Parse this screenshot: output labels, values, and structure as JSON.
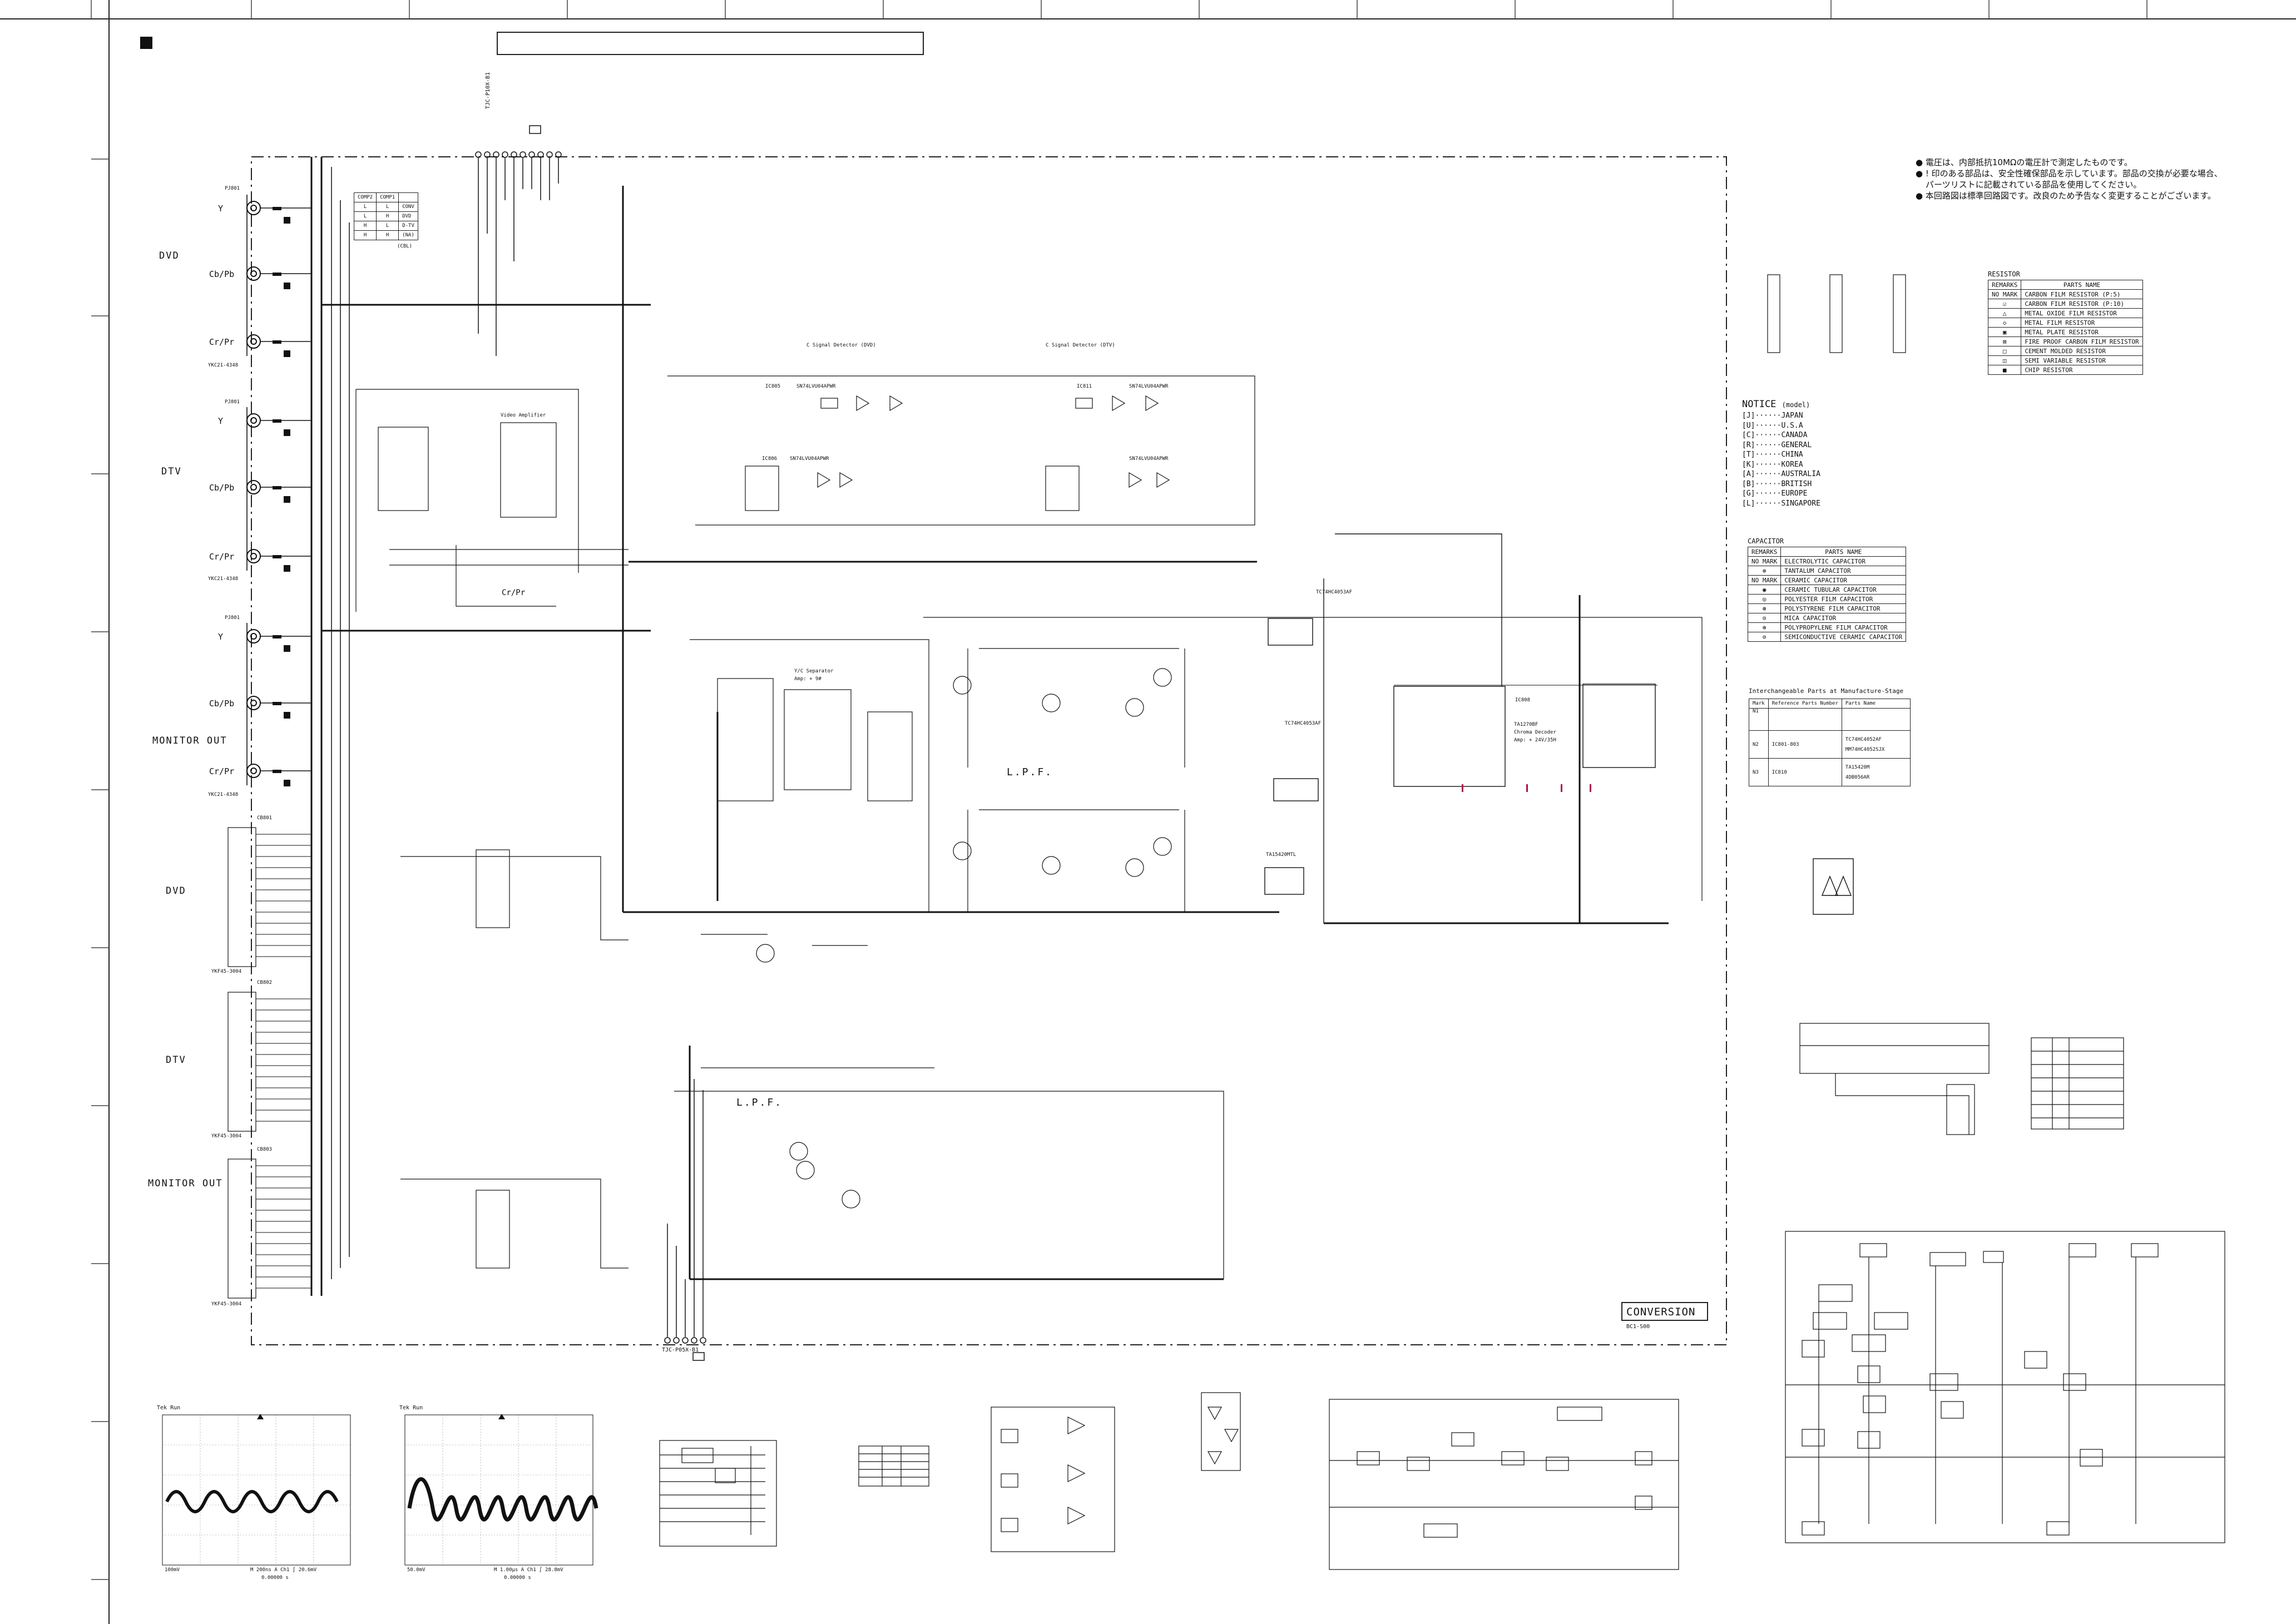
{
  "board": {
    "top_connector": "TJC-P10X-B1",
    "bottom_connector": "TJC-P05X-B1",
    "title": "CONVERSION",
    "board_code": "BC1-S00"
  },
  "inputs": [
    {
      "section": "DVD",
      "jack": "PJ801",
      "connector": "YKC21-4348",
      "channels": [
        "Y",
        "Cb/Pb",
        "Cr/Pr"
      ]
    },
    {
      "section": "DTV",
      "jack": "PJ801",
      "connector": "YKC21-4348",
      "channels": [
        "Y",
        "Cb/Pb",
        "Cr/Pr"
      ]
    },
    {
      "section": "MONITOR OUT",
      "jack": "PJ801",
      "connector": "YKC21-4348",
      "channels": [
        "Y",
        "Cb/Pb",
        "Cr/Pr"
      ]
    }
  ],
  "lower_sections": [
    {
      "label": "DVD",
      "connector": "CB801",
      "part": "YKF45-3004"
    },
    {
      "label": "DTV",
      "connector": "CB802",
      "part": "YKF45-3004"
    },
    {
      "label": "MONITOR OUT",
      "connector": "CB803",
      "part": "YKF45-3004"
    }
  ],
  "ic_labels": {
    "c_signal_dvd": "C Signal Detector (DVD)",
    "c_signal_dtv": "C Signal Detector (DTV)",
    "ic805": "IC805",
    "ic805_part": "SN74LVU04APWR",
    "ic806": "IC806",
    "ic806_part": "SN74LVU04APWR",
    "ic811": "IC811",
    "ic811_part": "SN74LVU04APWR",
    "ic801_part": "SN74LVU04APWR",
    "video_amp": "Video Amplifier",
    "yc_sep": "Y/C Separator",
    "yc_sep_amp": "Amp: + 9#",
    "chroma": "TA1270BF",
    "chroma_desc": "Chroma Decoder",
    "chroma_amp": "Amp: + 24V/35H",
    "ic808": "IC808",
    "lpf1": "L.P.F.",
    "lpf2": "L.P.F.",
    "tc74": "TC74HC4053AF",
    "ic809": "TC74HC4053AF",
    "ta": "TA15420MTL",
    "cr_pr_small": "Cr/Pr"
  },
  "truth_table": {
    "headers": [
      "COMP2",
      "COMP1",
      ""
    ],
    "rows": [
      [
        "L",
        "L",
        "CONV"
      ],
      [
        "L",
        "H",
        "DVD"
      ],
      [
        "H",
        "L",
        "D-TV"
      ],
      [
        "H",
        "H",
        "(NA)"
      ]
    ],
    "note": "(CBL)"
  },
  "notes_jp": [
    "● 電圧は、内部抵抗10MΩの電圧計で測定したものです。",
    "● ! 印のある部品は、安全性確保部品を示しています。部品の交換が必要な場合、",
    "パーツリストに記載されている部品を使用してください。",
    "● 本回路図は標準回路図です。改良のため予告なく変更することがございます。"
  ],
  "notice": {
    "title": "NOTICE",
    "subtitle": "(model)",
    "models": [
      [
        "[J]",
        "JAPAN"
      ],
      [
        "[U]",
        "U.S.A"
      ],
      [
        "[C]",
        "CANADA"
      ],
      [
        "[R]",
        "GENERAL"
      ],
      [
        "[T]",
        "CHINA"
      ],
      [
        "[K]",
        "KOREA"
      ],
      [
        "[A]",
        "AUSTRALIA"
      ],
      [
        "[B]",
        "BRITISH"
      ],
      [
        "[G]",
        "EUROPE"
      ],
      [
        "[L]",
        "SINGAPORE"
      ]
    ]
  },
  "resistor_table": {
    "title": "RESISTOR",
    "headers": [
      "REMARKS",
      "PARTS NAME"
    ],
    "rows": [
      [
        "NO MARK",
        "CARBON FILM RESISTOR  (P:5)"
      ],
      [
        "",
        "CARBON FILM RESISTOR  (P:10)"
      ],
      [
        "",
        "METAL OXIDE FILM RESISTOR"
      ],
      [
        "",
        "METAL FILM RESISTOR"
      ],
      [
        "",
        "METAL PLATE RESISTOR"
      ],
      [
        "",
        "FIRE PROOF CARBON FILM RESISTOR"
      ],
      [
        "",
        "CEMENT MOLDED RESISTOR"
      ],
      [
        "",
        "SEMI VARIABLE RESISTOR"
      ],
      [
        "",
        "CHIP RESISTOR"
      ]
    ]
  },
  "capacitor_table": {
    "title": "CAPACITOR",
    "headers": [
      "REMARKS",
      "PARTS NAME"
    ],
    "rows": [
      [
        "NO MARK",
        "ELECTROLYTIC CAPACITOR"
      ],
      [
        "",
        "TANTALUM CAPACITOR"
      ],
      [
        "NO MARK",
        "CERAMIC CAPACITOR"
      ],
      [
        "",
        "CERAMIC TUBULAR CAPACITOR"
      ],
      [
        "",
        "POLYESTER FILM CAPACITOR"
      ],
      [
        "",
        "POLYSTYRENE FILM CAPACITOR"
      ],
      [
        "",
        "MICA CAPACITOR"
      ],
      [
        "",
        "POLYPROPYLENE FILM CAPACITOR"
      ],
      [
        "",
        "SEMICONDUCTIVE CERAMIC CAPACITOR"
      ]
    ]
  },
  "interchange": {
    "title": "Interchangeable Parts at Manufacture-Stage",
    "headers": [
      "Mark",
      "Reference Parts Number",
      "Parts Name"
    ],
    "rows": [
      [
        "N1",
        "",
        ""
      ],
      [
        "N2",
        "IC801-803",
        "TC74HC4052AF\nMM74HC4052SJX"
      ],
      [
        "N3",
        "IC810",
        "TA15420M\n4DB056AR"
      ]
    ]
  },
  "scope": [
    {
      "brand": "Tek",
      "mode": "Run",
      "ch": "100mV",
      "time": "M 200ns A Ch1 ∫ 20.6mV",
      "trig": "0.00000 s"
    },
    {
      "brand": "Tek",
      "mode": "Run",
      "ch": "50.0mV",
      "time": "M 1.00µs A Ch1 ∫ 28.8mV",
      "trig": "0.00000 s"
    }
  ],
  "colors": {
    "line": "#111111",
    "background": "#ffffff",
    "accent_pin": "#b01050"
  }
}
